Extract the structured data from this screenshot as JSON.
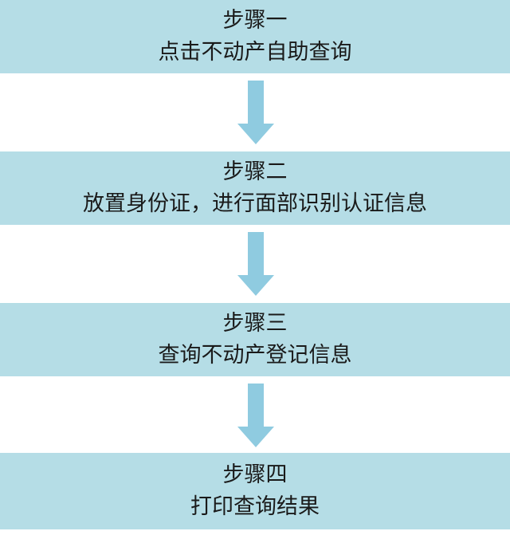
{
  "steps": [
    {
      "title": "步骤一",
      "text": "点击不动产自助查询"
    },
    {
      "title": "步骤二",
      "text": "放置身份证，进行面部识别认证信息"
    },
    {
      "title": "步骤三",
      "text": "查询不动产登记信息"
    },
    {
      "title": "步骤四",
      "text": "打印查询结果"
    }
  ],
  "colors": {
    "box": "#b5dde6",
    "arrow": "#8fcbe0",
    "text": "#1a1a1a"
  },
  "icons": [
    "arrow-down-icon"
  ]
}
